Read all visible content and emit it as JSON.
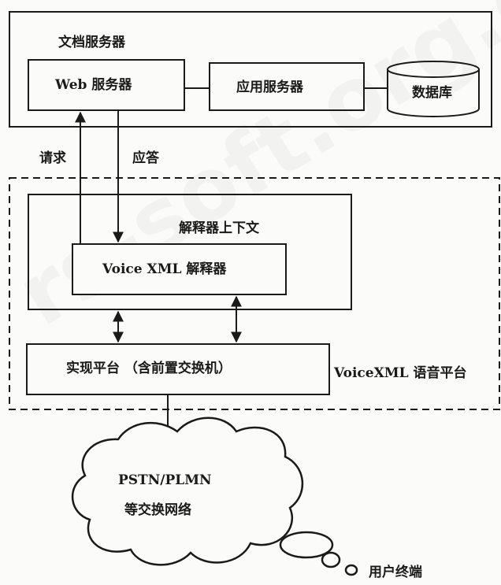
{
  "labels": {
    "doc_server": "文档服务器",
    "web_server": "Web 服务器",
    "app_server": "应用服务器",
    "database": "数据库",
    "request": "请求",
    "response": "应答",
    "interpreter_context": "解释器上下文",
    "vxml_interpreter": "Voice XML 解释器",
    "impl_platform": "实现平台 （含前置交换机）",
    "vxml_platform": "VoiceXML 语音平台",
    "network_line1": "PSTN/PLMN",
    "network_line2": "等交换网络",
    "user_terminal": "用户终端"
  },
  "watermark": "rs-soft.org.cn",
  "colors": {
    "ink": "#1a1a1a",
    "background": "#fbfbf9"
  }
}
